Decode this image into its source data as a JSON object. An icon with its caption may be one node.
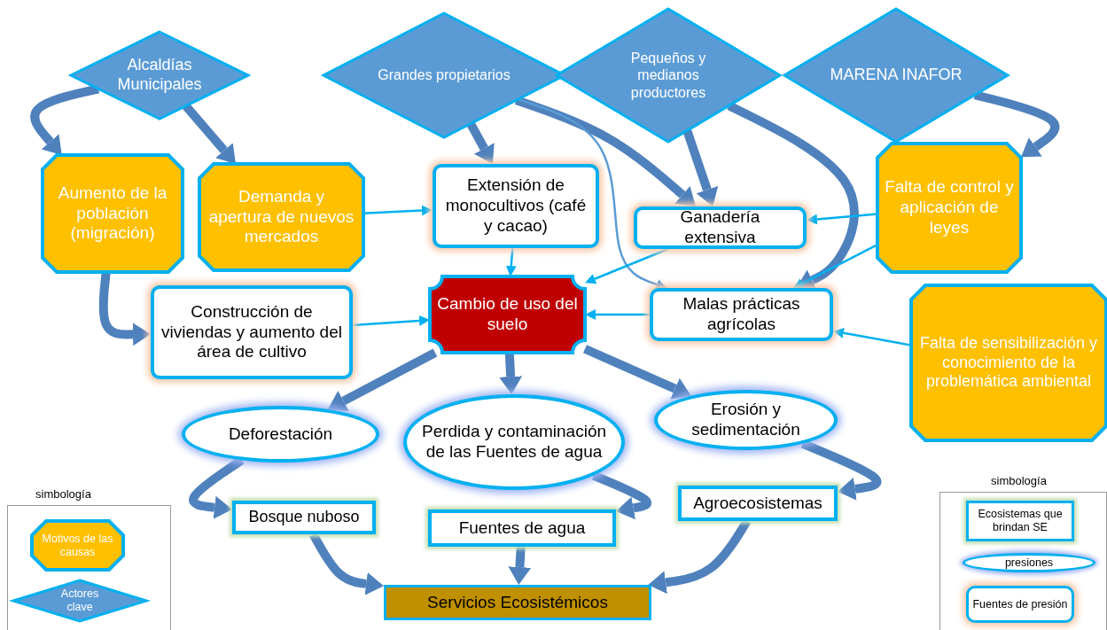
{
  "diagram": {
    "nodes": [
      {
        "text": [
          "Alcaldías Municipales"
        ]
      },
      {
        "text": [
          "Grandes propietarios"
        ]
      },
      {
        "text": [
          "Pequeños y medianos productores"
        ]
      },
      {
        "text": [
          "MARENA INAFOR"
        ]
      },
      {
        "text": [
          "Aumento de la población (migración)"
        ]
      },
      {
        "text": [
          "Demanda y apertura de nuevos mercados"
        ]
      },
      {
        "text": [
          "Extensión de monocultivos (café y cacao)"
        ]
      },
      {
        "text": [
          "Ganadería extensiva"
        ]
      },
      {
        "text": [
          "Falta de control y aplicación de leyes"
        ]
      },
      {
        "text": [
          "Construcción de viviendas y aumento del área de cultivo"
        ]
      },
      {
        "text": [
          "Cambio de uso del suelo"
        ]
      },
      {
        "text": [
          "Malas prácticas agrícolas"
        ]
      },
      {
        "text": [
          "Falta de sensibilización y conocimiento de la problemática ambiental"
        ]
      },
      {
        "text": [
          "Deforestación"
        ]
      },
      {
        "text": [
          "Perdida y contaminación de las Fuentes de agua"
        ]
      },
      {
        "text": [
          "Erosión y sedimentación"
        ]
      },
      {
        "text": [
          "Bosque nuboso"
        ]
      },
      {
        "text": [
          "Fuentes de agua"
        ]
      },
      {
        "text": [
          "Agroecosistemas"
        ]
      },
      {
        "text": [
          "Servicios Ecosistémicos"
        ]
      }
    ],
    "edges": [
      {
        "from": 0,
        "to": 4,
        "arrow": "to"
      },
      {
        "from": 0,
        "to": 5,
        "arrow": "to"
      },
      {
        "from": 1,
        "to": 6,
        "arrow": "to"
      },
      {
        "from": 1,
        "to": 7,
        "arrow": "to"
      },
      {
        "from": 1,
        "to": 11,
        "arrow": "to",
        "color": "#5b9bd5"
      },
      {
        "from": 2,
        "to": 7,
        "arrow": "to"
      },
      {
        "from": 2,
        "to": 11,
        "arrow": "to"
      },
      {
        "from": 3,
        "to": 8,
        "arrow": "to"
      },
      {
        "from": 4,
        "to": 9,
        "arrow": "to"
      },
      {
        "from": 5,
        "to": 6,
        "arrow": "to",
        "color": "#00b0f0"
      },
      {
        "from": 6,
        "to": 10,
        "arrow": "to",
        "color": "#00b0f0"
      },
      {
        "from": 7,
        "to": 10,
        "arrow": "to",
        "color": "#00b0f0"
      },
      {
        "from": 8,
        "to": 7,
        "arrow": "to",
        "color": "#00b0f0"
      },
      {
        "from": 8,
        "to": 11,
        "arrow": "to",
        "color": "#00b0f0"
      },
      {
        "from": 9,
        "to": 10,
        "arrow": "to",
        "color": "#00b0f0"
      },
      {
        "from": 11,
        "to": 10,
        "arrow": "to",
        "color": "#00b0f0"
      },
      {
        "from": 12,
        "to": 11,
        "arrow": "to",
        "color": "#00b0f0"
      },
      {
        "from": 10,
        "to": 13,
        "arrow": "to"
      },
      {
        "from": 10,
        "to": 14,
        "arrow": "to"
      },
      {
        "from": 10,
        "to": 15,
        "arrow": "to"
      },
      {
        "from": 13,
        "to": 16,
        "arrow": "to"
      },
      {
        "from": 14,
        "to": 17,
        "arrow": "to"
      },
      {
        "from": 15,
        "to": 18,
        "arrow": "to"
      },
      {
        "from": 16,
        "to": 19,
        "arrow": "to"
      },
      {
        "from": 17,
        "to": 19,
        "arrow": "to"
      },
      {
        "from": 18,
        "to": 19,
        "arrow": "to"
      }
    ],
    "labels": [
      "simbología",
      "simbología"
    ],
    "legend": [
      {
        "text": "Motivos de las causas"
      },
      {
        "text": "Actores clave"
      },
      {
        "text": "Ecosistemas que brindan SE"
      },
      {
        "text": "presiones"
      },
      {
        "text": "Fuentes de presión"
      }
    ]
  }
}
